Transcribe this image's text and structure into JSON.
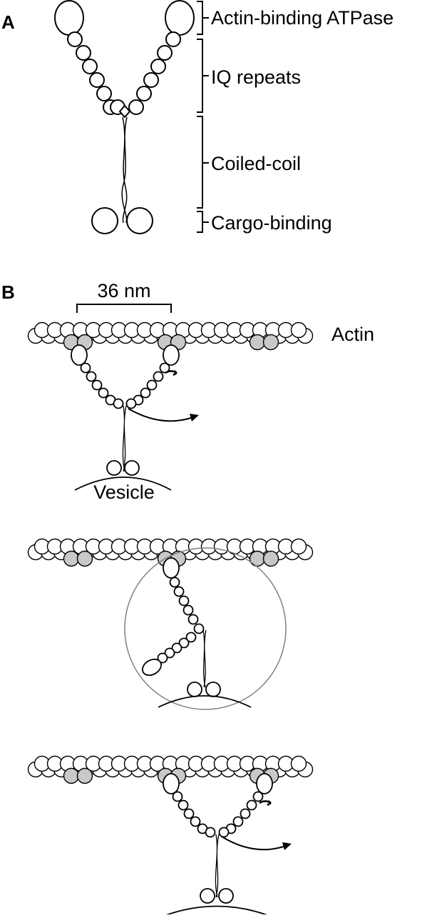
{
  "panels": {
    "a": {
      "label": "A",
      "domains": [
        {
          "key": "head",
          "text": "Actin-binding ATPase"
        },
        {
          "key": "iq",
          "text": "IQ repeats"
        },
        {
          "key": "coil",
          "text": "Coiled-coil"
        },
        {
          "key": "cargo",
          "text": "Cargo-binding"
        }
      ]
    },
    "b": {
      "label": "B",
      "scale_bar": "36 nm",
      "actin_label": "Actin",
      "vesicle_label": "Vesicle"
    }
  },
  "colors": {
    "stroke": "#000000",
    "bead_fill": "#ffffff",
    "binding_site_fill": "#c8c8c8",
    "swing_arc": "#808080"
  }
}
